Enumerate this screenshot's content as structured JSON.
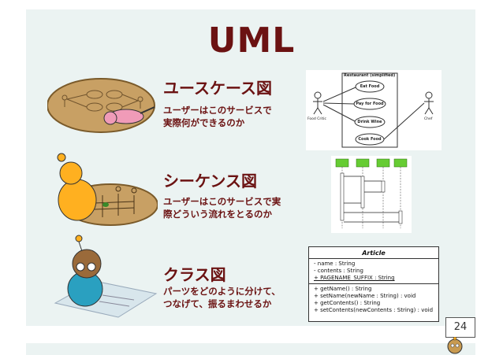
{
  "slide": {
    "title": "UML",
    "page_number": "24"
  },
  "sections": [
    {
      "title": "ユースケース図",
      "desc_line1": "ユーザーはこのサービスで",
      "desc_line2": "実際何ができるのか"
    },
    {
      "title": "シーケンス図",
      "desc_line1": "ユーザーはこのサービスで実",
      "desc_line2": "際どういう流れをとるのか"
    },
    {
      "title": "クラス図",
      "desc_line1": "パーツをどのように分けて、",
      "desc_line2": "つなげて、振るまわせるか"
    }
  ],
  "usecase": {
    "system": "Restaurant (simplified)",
    "actor_left": "Food Critic",
    "actor_right": "Chef",
    "cases": [
      "Eat Food",
      "Pay for Food",
      "Drink Wine",
      "Cook Food"
    ]
  },
  "classdiag": {
    "name": "Article",
    "attributes": [
      "- name : String",
      "- contents : String",
      "+ PAGENAME_SUFFIX : String"
    ],
    "methods": [
      "+ getName() : String",
      "+ setName(newName : String) : void",
      "+ getContents() : String",
      "+ setContents(newContents : String) : void"
    ]
  },
  "colors": {
    "title": "#6b1212",
    "slide_bg": "#ebf3f2",
    "sequence_header": "#66cc33"
  }
}
